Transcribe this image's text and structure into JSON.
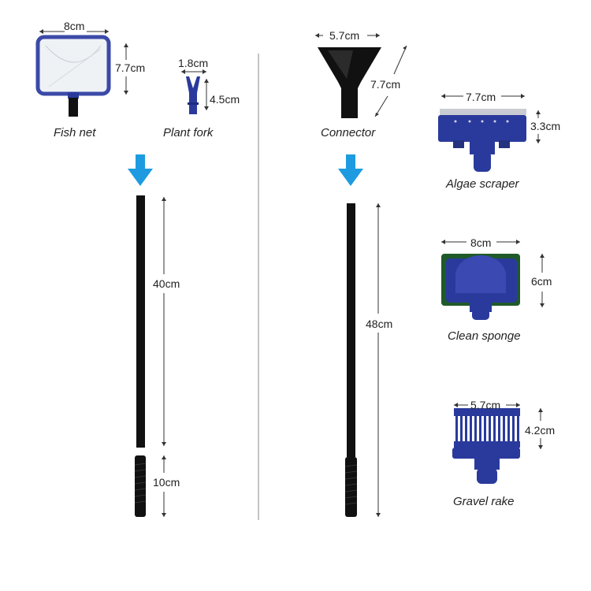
{
  "items": {
    "fish_net": {
      "name": "Fish net",
      "width": "8cm",
      "height": "7.7cm"
    },
    "plant_fork": {
      "name": "Plant fork",
      "width": "1.8cm",
      "height": "4.5cm"
    },
    "connector": {
      "name": "Connector",
      "width": "5.7cm",
      "height": "7.7cm"
    },
    "algae_scraper": {
      "name": "Algae scraper",
      "width": "7.7cm",
      "height": "3.3cm"
    },
    "clean_sponge": {
      "name": "Clean sponge",
      "width": "8cm",
      "height": "6cm"
    },
    "gravel_rake": {
      "name": "Gravel rake",
      "width": "5.7cm",
      "height": "4.2cm"
    }
  },
  "poles": {
    "left": {
      "rod_length": "40cm",
      "handle_length": "10cm"
    },
    "right": {
      "rod_length": "48cm"
    }
  },
  "colors": {
    "arrow": "#1e9be0",
    "tool_blue": "#2a3a9c",
    "pole": "#111111",
    "sponge_green": "#1f5a2a",
    "net_mesh": "#eef2f5"
  }
}
